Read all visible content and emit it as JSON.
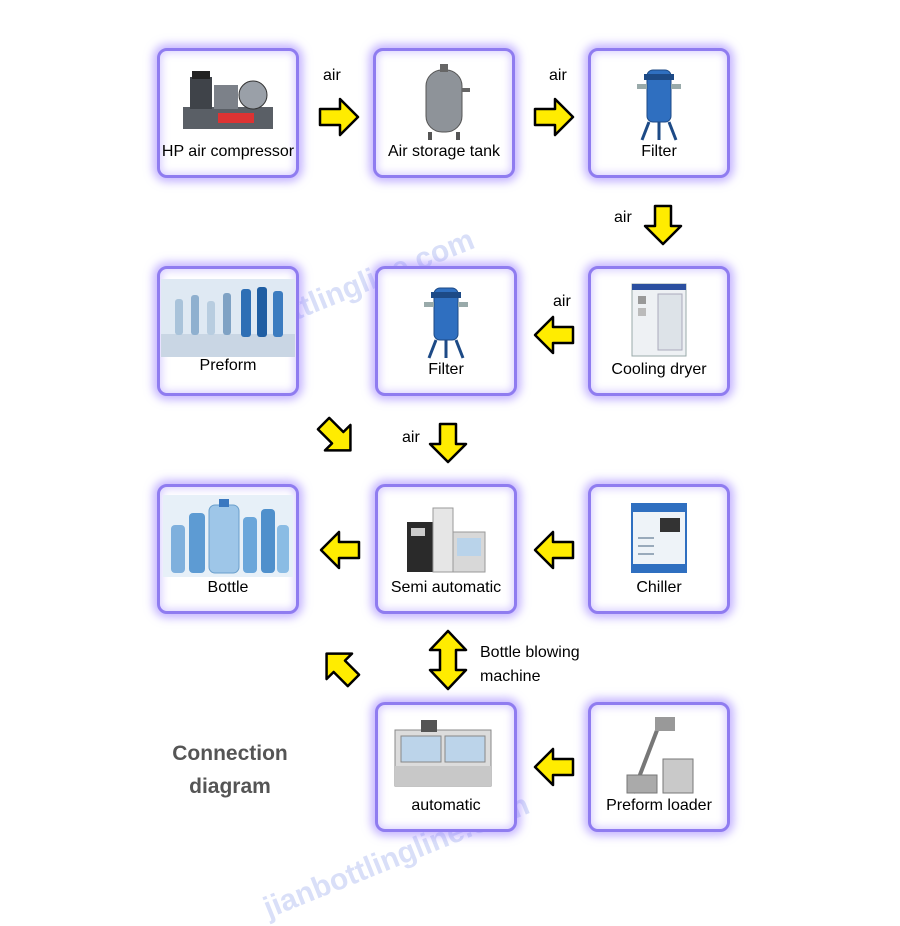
{
  "nodes": [
    {
      "id": "hp-air-compressor",
      "label": "HP air compressor",
      "icon": "air-compressor-icon"
    },
    {
      "id": "air-storage-tank",
      "label": "Air storage tank",
      "icon": "air-tank-icon"
    },
    {
      "id": "filter-1",
      "label": "Filter",
      "icon": "filter-icon"
    },
    {
      "id": "cooling-dryer",
      "label": "Cooling dryer",
      "icon": "cooling-dryer-icon"
    },
    {
      "id": "filter-2",
      "label": "Filter",
      "icon": "filter-icon"
    },
    {
      "id": "preform",
      "label": "Preform",
      "icon": "preform-photo-icon"
    },
    {
      "id": "chiller",
      "label": "Chiller",
      "icon": "chiller-icon"
    },
    {
      "id": "semi-automatic",
      "label": "Semi automatic",
      "icon": "semi-automatic-machine-icon"
    },
    {
      "id": "bottle",
      "label": "Bottle",
      "icon": "bottle-photo-icon"
    },
    {
      "id": "preform-loader",
      "label": "Preform loader",
      "icon": "preform-loader-icon"
    },
    {
      "id": "automatic",
      "label": "automatic",
      "icon": "automatic-machine-icon"
    }
  ],
  "edges": [
    {
      "from": "hp-air-compressor",
      "to": "air-storage-tank",
      "label": "air"
    },
    {
      "from": "air-storage-tank",
      "to": "filter-1",
      "label": "air"
    },
    {
      "from": "filter-1",
      "to": "cooling-dryer",
      "label": "air"
    },
    {
      "from": "cooling-dryer",
      "to": "filter-2",
      "label": "air"
    },
    {
      "from": "filter-2",
      "to": "semi-automatic",
      "label": "air"
    },
    {
      "from": "preform",
      "to": "semi-automatic",
      "label": ""
    },
    {
      "from": "chiller",
      "to": "semi-automatic",
      "label": ""
    },
    {
      "from": "semi-automatic",
      "to": "bottle",
      "label": ""
    },
    {
      "from": "semi-automatic",
      "to": "automatic",
      "label": "Bottle blowing machine",
      "bidirectional": true
    },
    {
      "from": "preform-loader",
      "to": "automatic",
      "label": ""
    },
    {
      "from": "automatic",
      "to": "bottle",
      "label": ""
    }
  ],
  "title": "Connection diagram",
  "watermark": "jianbottlingline.com",
  "colors": {
    "arrow_fill": "#ffec00",
    "arrow_stroke": "#000000",
    "box_border": "#8f7cf0",
    "title": "#555555"
  }
}
